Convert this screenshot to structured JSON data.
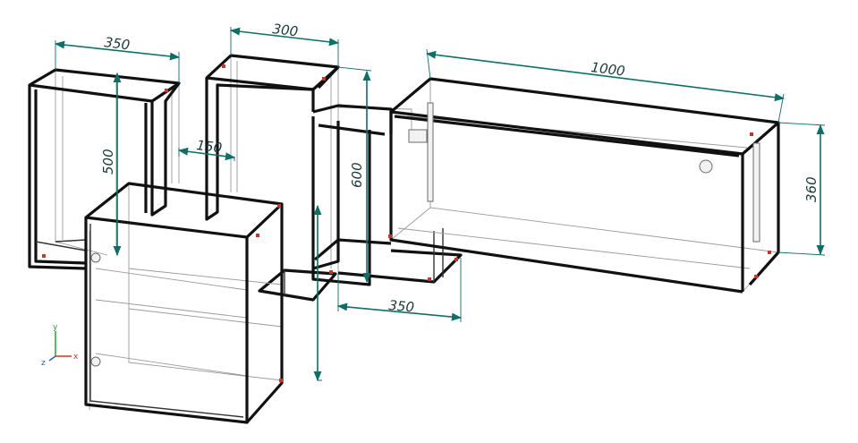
{
  "dimensions": {
    "cab1_width": "350",
    "cab1_height": "500",
    "cab2_width": "300",
    "cab2_height": "600",
    "gap": "150",
    "shelf_depth": "350",
    "long_width": "1000",
    "long_height": "360"
  },
  "axes": {
    "x": "x",
    "y": "y",
    "z": "z"
  },
  "colors": {
    "dimension": "#0f6e66",
    "edge": "#111111",
    "accent": "#c0392b"
  }
}
